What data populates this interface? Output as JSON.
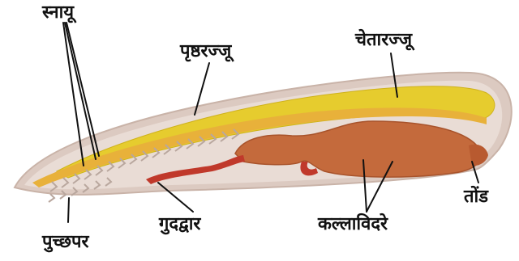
{
  "labels": {
    "muscles": "स्नायू",
    "notochord": "पृष्ठरज्जू",
    "nerve_cord": "चेतारज्जू",
    "tail_fin": "पुच्छपर",
    "anus": "गुदद्वार",
    "gill_slits": "कल्लाविदरे",
    "mouth": "तोंड"
  },
  "colors": {
    "body_outline": "#d9c7be",
    "body_fill": "#e9dbd3",
    "nerve_cord": "#e6cc2e",
    "notochord": "#e8b83a",
    "gut": "#c96a3a",
    "anus_tube": "#c0392b",
    "muscle_chevrons": "#b7a59c"
  }
}
